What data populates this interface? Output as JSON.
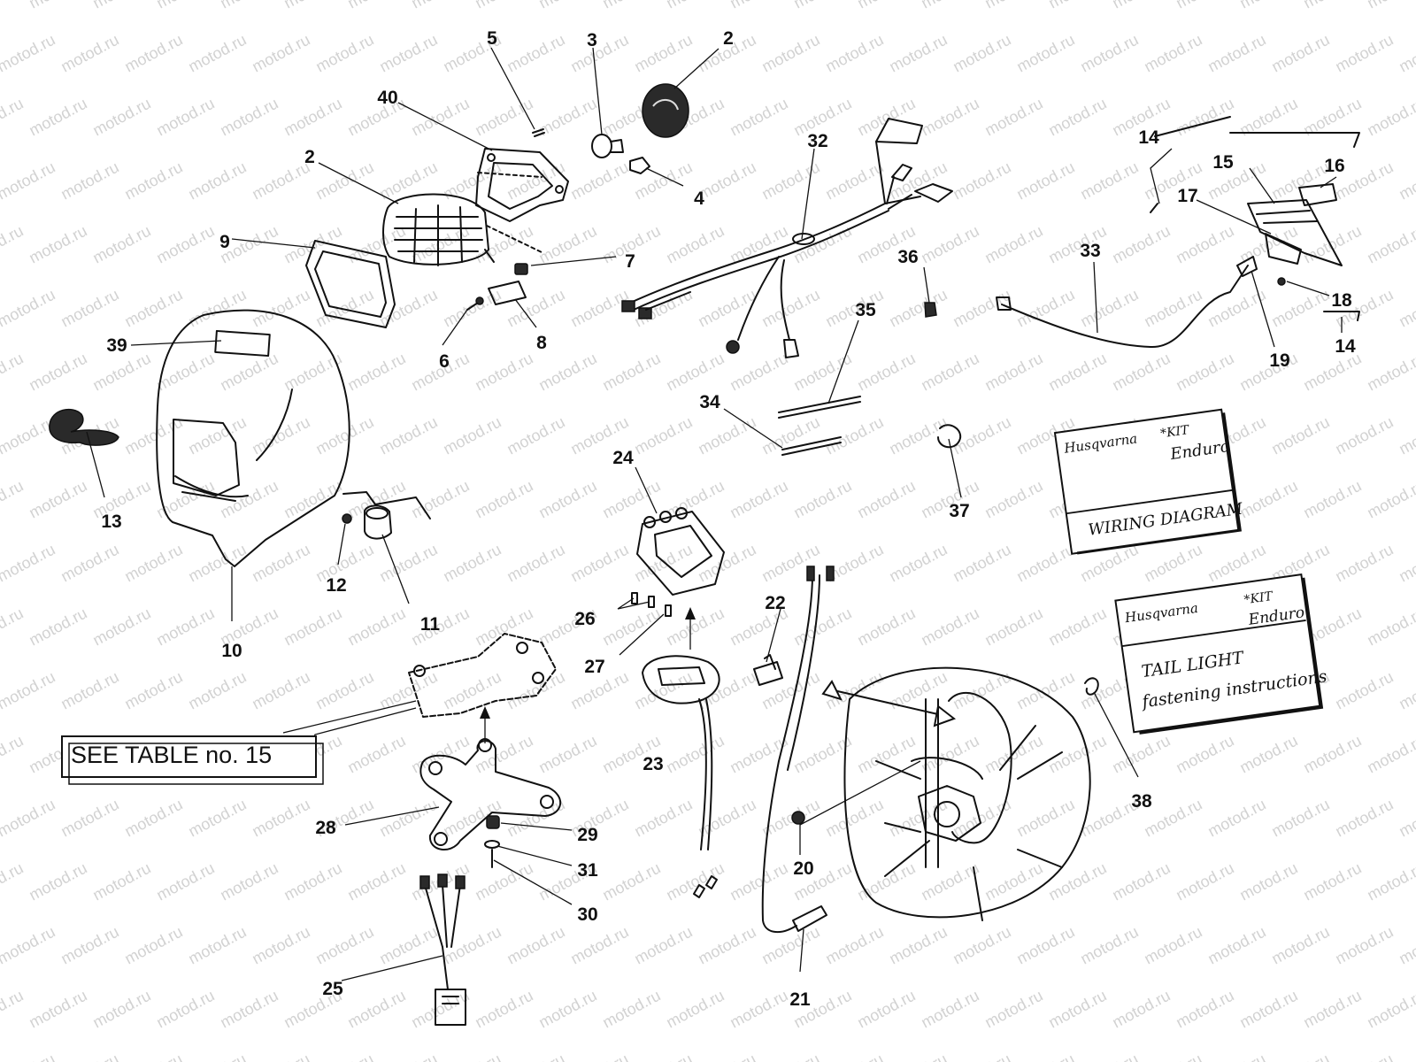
{
  "watermark": "motod.ru",
  "callouts": [
    "2",
    "3",
    "5",
    "2",
    "40",
    "9",
    "39",
    "4",
    "7",
    "6",
    "8",
    "13",
    "12",
    "11",
    "10",
    "32",
    "36",
    "35",
    "34",
    "24",
    "26",
    "27",
    "22",
    "23",
    "37",
    "14",
    "15",
    "16",
    "17",
    "33",
    "18",
    "19",
    "14",
    "20",
    "21",
    "38",
    "28",
    "29",
    "31",
    "30",
    "25"
  ],
  "see_table": "SEE TABLE no. 15",
  "kit_wiring": {
    "brand": "Husqvarna",
    "kit": "*KIT",
    "model": "Enduro",
    "title": "WIRING DIAGRAM"
  },
  "kit_taillight": {
    "brand": "Husqvarna",
    "kit": "*KIT",
    "model": "Enduro",
    "line1": "TAIL LIGHT",
    "line2": "fastening instructions"
  }
}
